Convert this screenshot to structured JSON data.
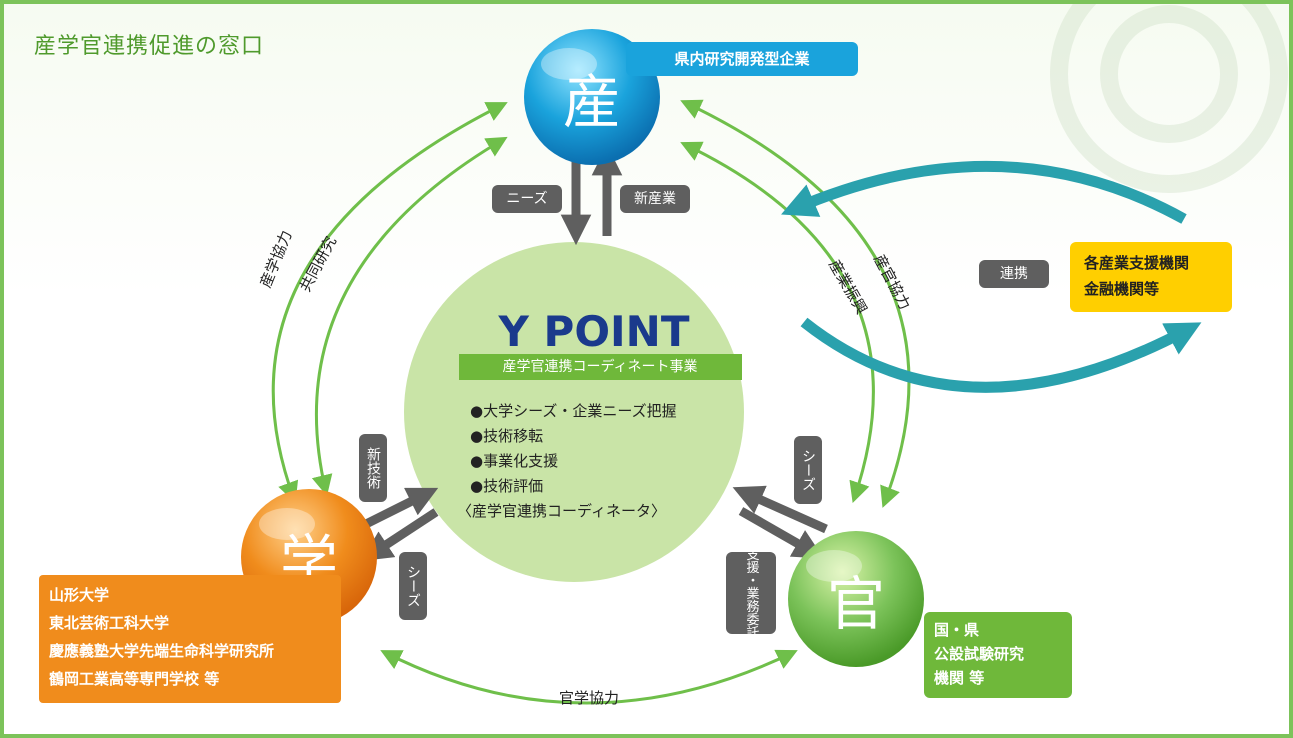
{
  "page_title": "産学官連携促進の窓口",
  "colors": {
    "border_green": "#7cc35a",
    "industry_blue": "#1aa3dc",
    "academia_orange": "#f08c1c",
    "gov_green": "#6fb83a",
    "support_yellow": "#ffcf00",
    "center_green": "#c9e4a7",
    "title_navy": "#1a3a8c",
    "teal_arrow": "#2aa1ad",
    "pill_gray": "#5f5f5f"
  },
  "nodes": {
    "industry": {
      "label": "産",
      "box": "県内研究開発型企業"
    },
    "academia": {
      "label": "学",
      "box": [
        "山形大学",
        "東北芸術工科大学",
        "慶應義塾大学先端生命科学研究所",
        "鶴岡工業高等専門学校 等"
      ]
    },
    "government": {
      "label": "官",
      "box": [
        "国・県",
        "公設試験研究",
        "機関 等"
      ]
    }
  },
  "center": {
    "title": "Y POINT",
    "band": "産学官連携コーディネート事業",
    "items": [
      "●大学シーズ・企業ニーズ把握",
      "●技術移転",
      "●事業化支援",
      "●技術評価",
      "〈産学官連携コーディネータ〉"
    ]
  },
  "pills": {
    "needs": "ニーズ",
    "new_industry": "新産業",
    "new_tech": "新技術",
    "seeds_academia": "シーズ",
    "seeds_gov": "シーズ",
    "support_commission": "支援・業務委託",
    "renkei": "連携"
  },
  "relations": {
    "sangaku_kyoryoku": "産学協力",
    "kyodo_kenkyu": "共同研究",
    "sankan_kyoryoku": "産官協力",
    "sangyo_shinko": "産業振興",
    "kangaku_kyoryoku": "官学協力"
  },
  "support_box": [
    "各産業支援機関",
    "金融機関等"
  ]
}
